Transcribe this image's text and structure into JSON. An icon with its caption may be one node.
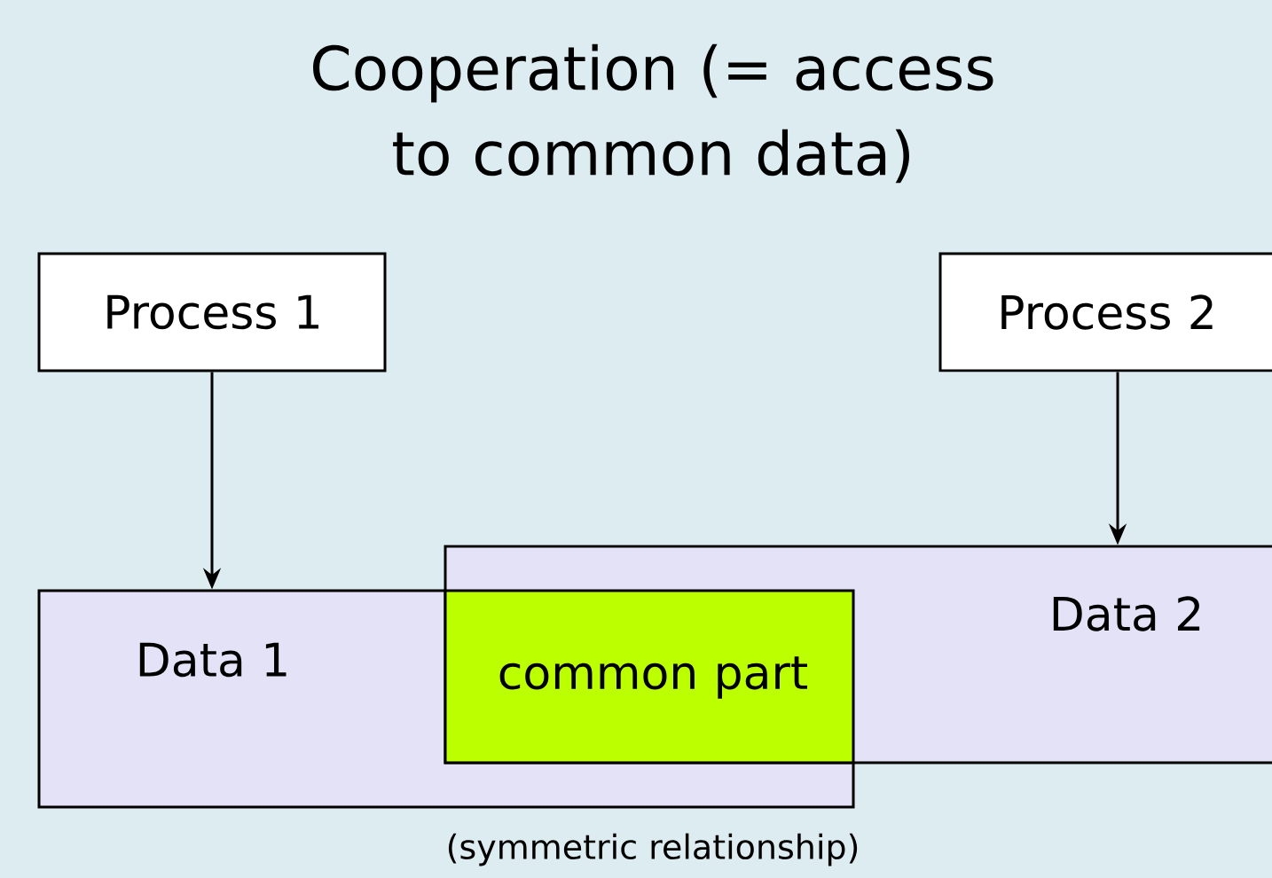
{
  "diagram": {
    "title": "Cooperation (= access to common data)",
    "caption": "(symmetric relationship)",
    "nodes": [
      {
        "text": [
          "Process 1"
        ]
      },
      {
        "text": [
          "Process 2"
        ]
      },
      {
        "text": [
          "Data 1"
        ]
      },
      {
        "text": [
          "Data 2"
        ]
      },
      {
        "text": [
          "common part"
        ]
      }
    ],
    "edges": [
      {
        "from": 0,
        "to": 2,
        "arrow": "to"
      },
      {
        "from": 1,
        "to": 3,
        "arrow": "to"
      }
    ]
  }
}
